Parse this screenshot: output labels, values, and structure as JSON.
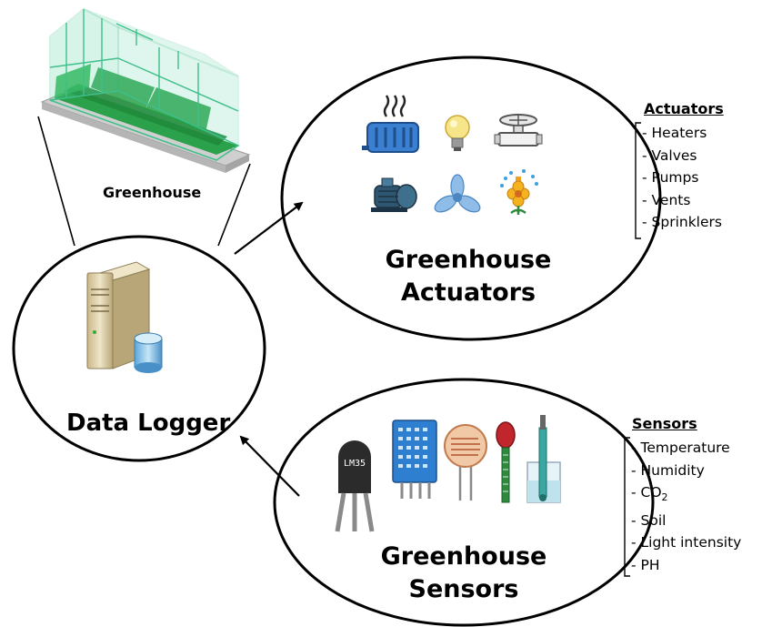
{
  "greenhouse": {
    "label": "Greenhouse"
  },
  "logger": {
    "label": "Data Logger"
  },
  "actuator_node": {
    "line1": "Greenhouse",
    "line2": "Actuators"
  },
  "sensor_node": {
    "line1": "Greenhouse",
    "line2": "Sensors"
  },
  "actuator_legend": {
    "title": "Actuators",
    "items": [
      "- Heaters",
      "- Valves",
      "- Pumps",
      "- Vents",
      "- Sprinklers"
    ]
  },
  "sensor_legend": {
    "title": "Sensors",
    "items": [
      "- Temperature",
      "- Humidity",
      "- CO",
      "- Soil",
      "- Light intensity",
      "- PH"
    ],
    "co2_subscript": "2"
  },
  "sensor_chip_text": "LM35",
  "icons": {
    "actuators": [
      "heater-icon",
      "bulb-icon",
      "valve-icon",
      "pump-icon",
      "fan-icon",
      "sprinkler-icon"
    ],
    "sensors": [
      "lm35-chip-icon",
      "dht-sensor-icon",
      "ldr-sensor-icon",
      "soil-probe-icon",
      "ph-probe-icon"
    ]
  },
  "colors": {
    "glass": "#3fbf8a",
    "plants": "#1f8a3b",
    "heater": "#3a7fd0",
    "fan": "#8fbde8",
    "pump": "#2f5670",
    "server": "#d8c9a0"
  }
}
